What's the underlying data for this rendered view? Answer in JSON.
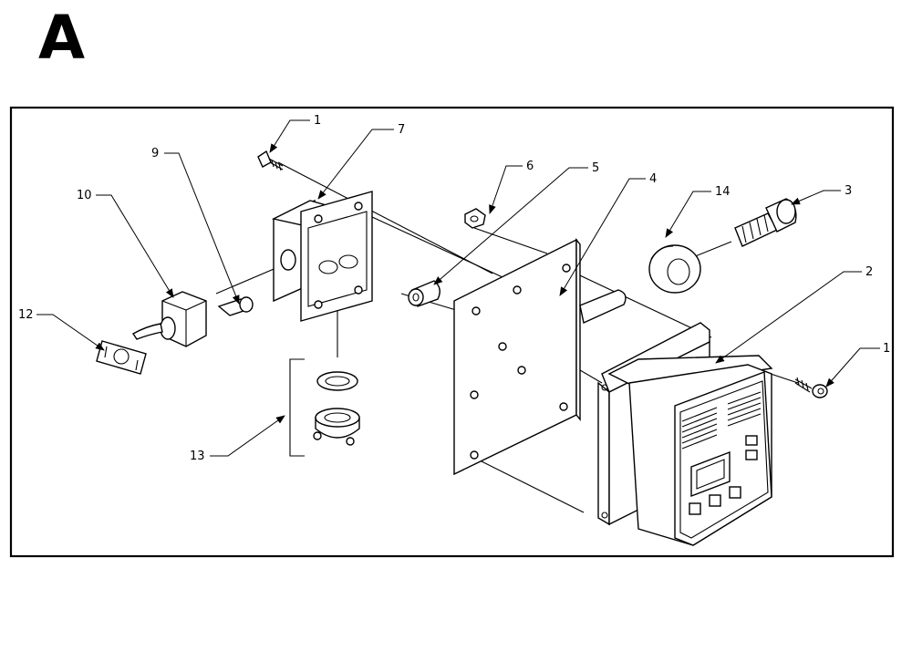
{
  "section_letter": "A",
  "callouts": {
    "c1_top": "1",
    "c7": "7",
    "c9": "9",
    "c10": "10",
    "c12": "12",
    "c6": "6",
    "c5": "5",
    "c4": "4",
    "c14": "14",
    "c3": "3",
    "c2": "2",
    "c1_right": "1",
    "c13": "13"
  }
}
